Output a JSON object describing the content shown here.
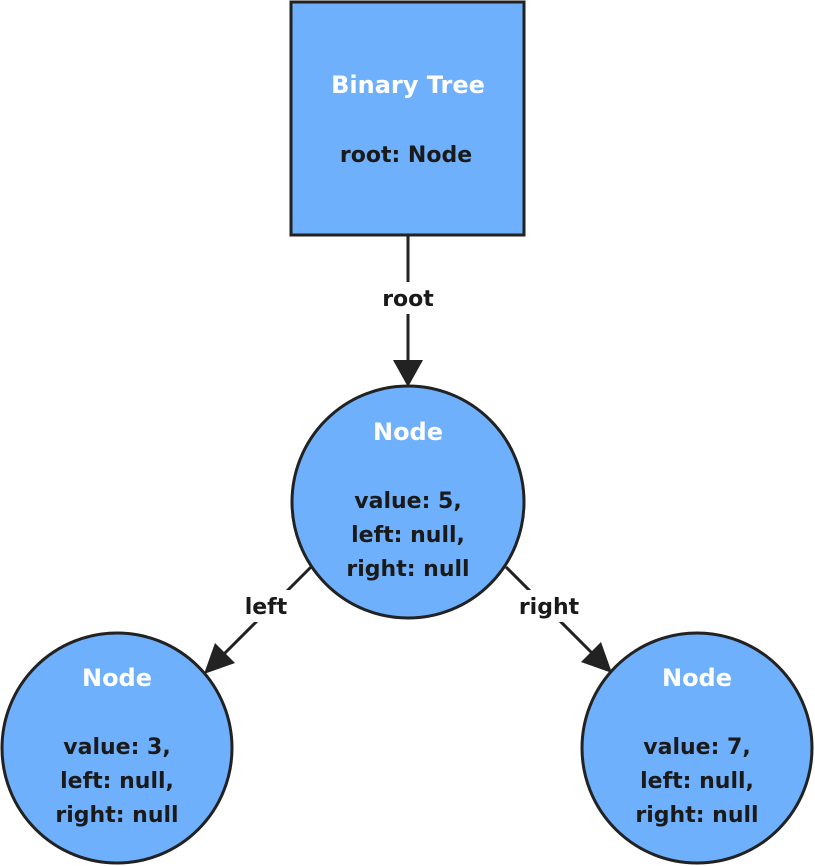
{
  "colors": {
    "node_fill": "#6eb0fb",
    "stroke": "#222222",
    "title_text": "#ffffff",
    "body_text": "#1a1a1a",
    "edge_label_bg": "#ffffff"
  },
  "tree": {
    "title": "Binary Tree",
    "field": "root: Node"
  },
  "nodes": {
    "root": {
      "title": "Node",
      "line1": "value: 5,",
      "line2": "left: null,",
      "line3": "right: null"
    },
    "left": {
      "title": "Node",
      "line1": "value: 3,",
      "line2": "left: null,",
      "line3": "right: null"
    },
    "right": {
      "title": "Node",
      "line1": "value: 7,",
      "line2": "left: null,",
      "line3": "right: null"
    }
  },
  "edges": {
    "root_label": "root",
    "left_label": "left",
    "right_label": "right"
  }
}
